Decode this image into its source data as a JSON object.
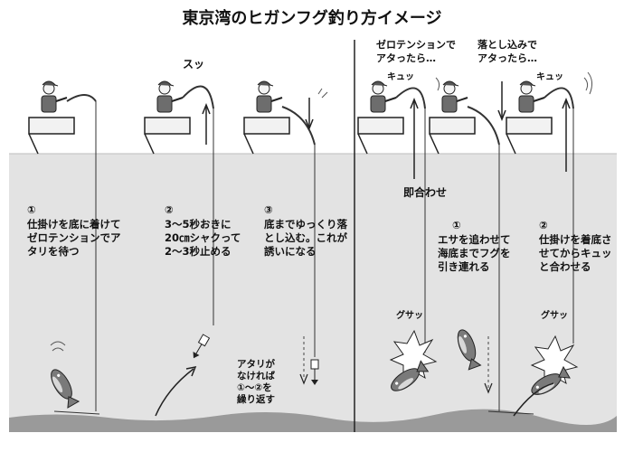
{
  "title": "東京湾のヒガンフグ釣り方イメージ",
  "left_steps": [
    {
      "num": "①",
      "text": "仕掛けを底に着けて\nゼロテンションでア\nタリを待つ"
    },
    {
      "num": "②",
      "text": "3～5秒おきに\n20㎝シャクって\n2～3秒止める"
    },
    {
      "num": "③",
      "text": "底までゆっくり落\nとし込む。これが\n誘いになる"
    }
  ],
  "repeat_note": "アタリが\nなければ\n①～②を\n繰り返す",
  "sfx_left": "スッ",
  "right_headers": {
    "zero_tension": "ゼロテンションで\nアタったら…",
    "drop_in": "落とし込みで\nアタったら…"
  },
  "instant_hook": "即合わせ",
  "right_steps": [
    {
      "num": "①",
      "text": "エサを追わせて\n海底までフグを\n引き連れる"
    },
    {
      "num": "②",
      "text": "仕掛けを着底さ\nせてからキュッ\nと合わせる"
    }
  ],
  "sfx_kyu": "キュッ",
  "sfx_gusa": "グサッ",
  "colors": {
    "water": "#e3e3e3",
    "seabed": "#9a9a9a",
    "line": "#333333",
    "fish": "#7a7a7a"
  }
}
